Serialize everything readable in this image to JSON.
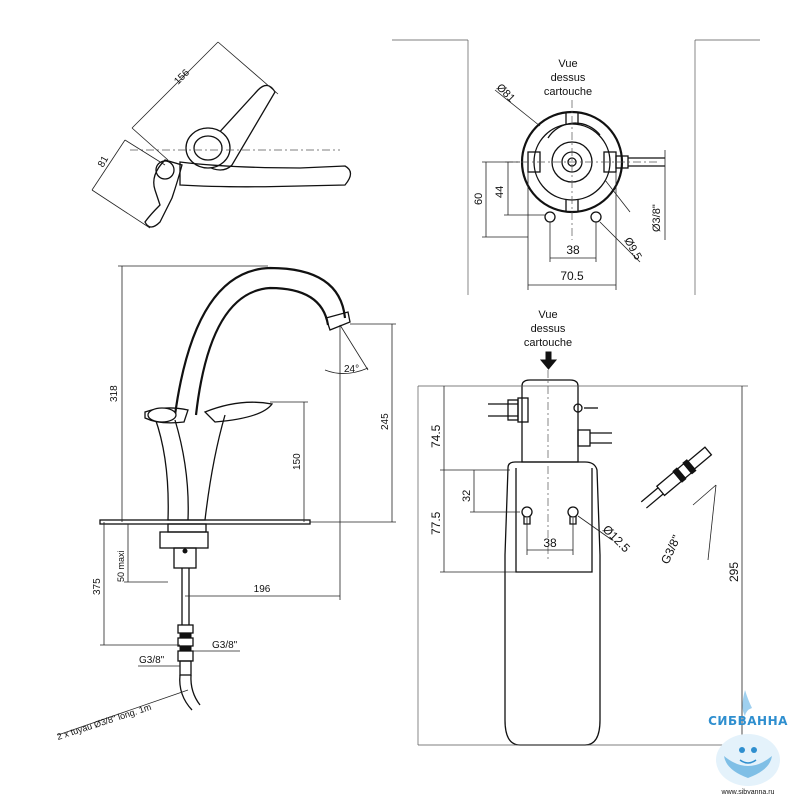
{
  "top_view": {
    "length": "156",
    "height": "81"
  },
  "cartridge_top": {
    "caption": [
      "Vue",
      "dessus",
      "cartouche"
    ],
    "diameter": "Ø81",
    "height_outer": "60",
    "height_inner": "44",
    "spacing": "38",
    "width": "70.5",
    "hole": "Ø9.5",
    "thread": "Ø3/8\""
  },
  "faucet": {
    "total_height": "318",
    "spout_height": "245",
    "body_height": "150",
    "angle": "24°",
    "reach": "196",
    "below_deck": "375",
    "deck_max": "50 maxi",
    "thread_left": "G3/8\"",
    "thread_right": "G3/8\"",
    "hose_note": "2 x tuyau Ø3/8\" long. 1m"
  },
  "filter_side": {
    "caption": [
      "Vue",
      "dessus",
      "cartouche"
    ],
    "top_section": "74.5",
    "mid_section": "77.5",
    "hole_offset": "32",
    "spacing": "38",
    "hole": "Ø12.5",
    "total_height": "295",
    "thread": "G3/8\""
  },
  "brand": {
    "name": "СИБВАННА",
    "url": "www.sibvanna.ru",
    "color": "#2f8fcf"
  }
}
